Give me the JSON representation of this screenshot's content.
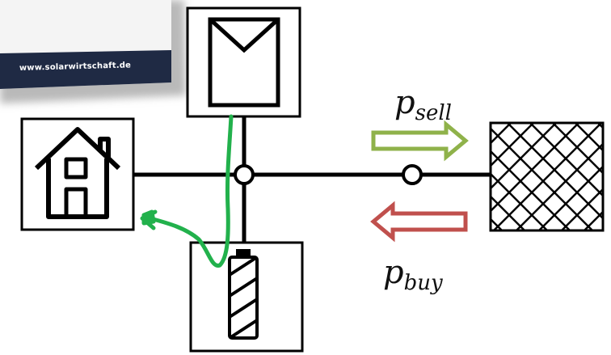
{
  "banner": {
    "url_text": "www.solarwirtschaft.de"
  },
  "labels": {
    "sell": {
      "main": "p",
      "sub": "sell"
    },
    "buy": {
      "main": "p",
      "sub": "buy"
    }
  },
  "colors": {
    "sell_arrow": "#8fb24a",
    "buy_arrow": "#c0504d",
    "flow_line": "#22b14c",
    "wire": "#000000",
    "banner_bg": "#1f2a44"
  },
  "icons": {
    "house": "house-icon",
    "solar_panel": "solar-panel-icon",
    "battery": "battery-icon",
    "grid": "grid-icon"
  }
}
